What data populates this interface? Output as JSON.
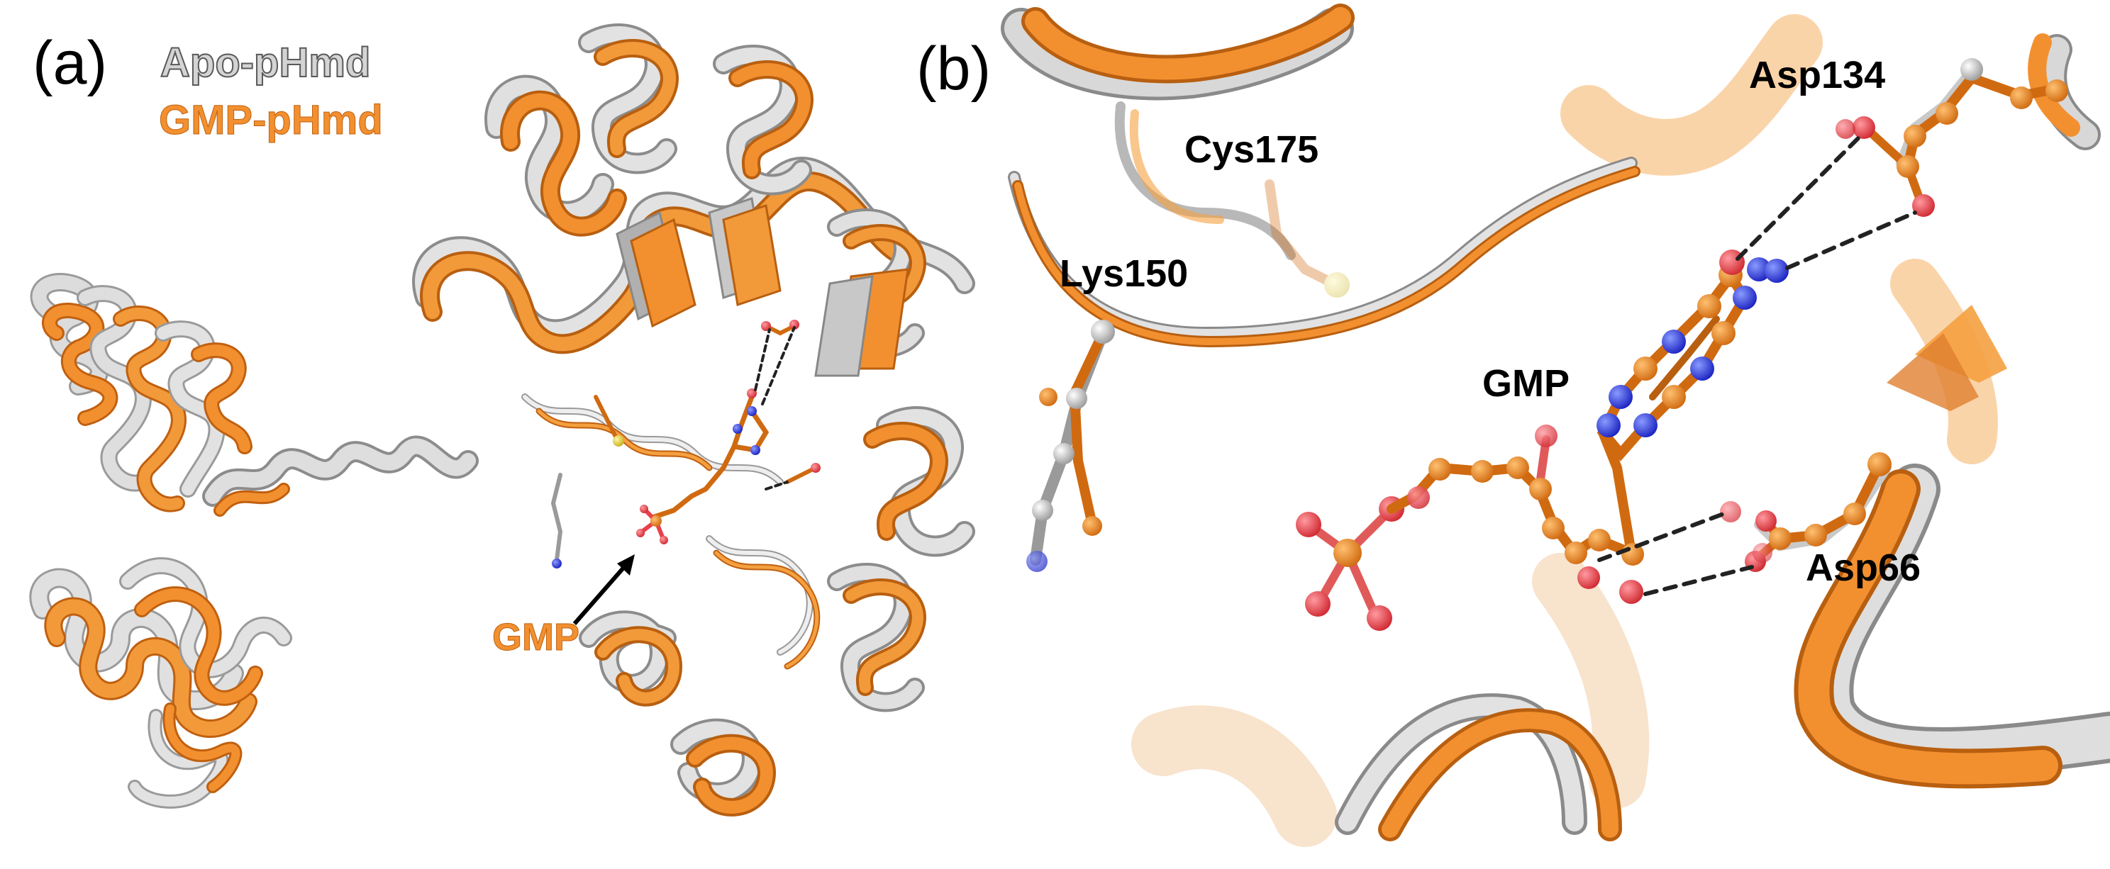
{
  "panel_a": {
    "label": "(a)",
    "legend": [
      {
        "text": "Apo-pHmd",
        "color": "#c8c8c8"
      },
      {
        "text": "GMP-pHmd",
        "color": "#ee8822"
      }
    ],
    "ligand_label": "GMP"
  },
  "panel_b": {
    "label": "(b)",
    "residues": [
      "Asp134",
      "Cys175",
      "Lys150",
      "GMP",
      "Asp66"
    ]
  },
  "colors": {
    "apo": "#c8c8c8",
    "apo_edge": "#8a8a8a",
    "gmp": "#ee8822",
    "gmp_dark": "#b85f10",
    "oxygen": "#e8404a",
    "nitrogen": "#2a3ae0",
    "sulfur": "#d6c020",
    "hbond": "#222222"
  }
}
